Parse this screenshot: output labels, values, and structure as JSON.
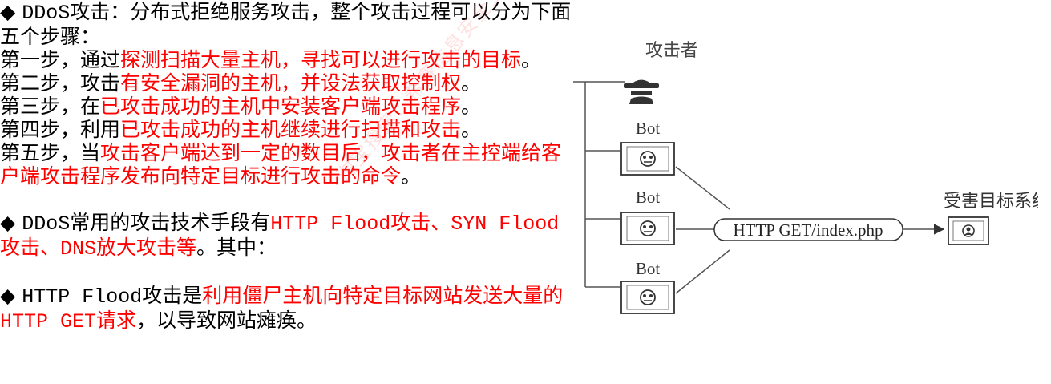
{
  "text": {
    "p1": {
      "bullet": "◆ ",
      "lead": "DDoS",
      "body": "攻击：分布式拒绝服务攻击，整个攻击过程可以分为下面五个步骤："
    },
    "steps": [
      {
        "prefix": "第一步，通过",
        "red": "探测扫描大量主机，寻找可以进行攻击的目标",
        "suffix": "。"
      },
      {
        "prefix": "第二步，攻击",
        "red": "有安全漏洞的主机，并设法获取控制权",
        "suffix": "。"
      },
      {
        "prefix": "第三步，在",
        "red": "已攻击成功的主机中安装客户端攻击程序",
        "suffix": "。"
      },
      {
        "prefix": "第四步，利用",
        "red": "已攻击成功的主机继续进行扫描和攻击",
        "suffix": "。"
      },
      {
        "prefix": "第五步，当",
        "red": "攻击客户端达到一定的数目后，攻击者在主控端给客户端攻击程序发布向特定目标进行攻击的命令",
        "suffix": "。"
      }
    ],
    "p2": {
      "bullet": "◆ ",
      "lead": "DDoS",
      "mid": "常用的攻击技术手段有",
      "red": "HTTP Flood攻击、SYN Flood攻击、DNS放大攻击等",
      "suffix": "。其中："
    },
    "p3": {
      "bullet": "◆ ",
      "lead": "HTTP Flood",
      "mid": "攻击是",
      "red": "利用僵尸主机向特定目标网站发送大量的HTTP GET请求",
      "suffix": "，以导致网站瘫痪。"
    }
  },
  "diagram": {
    "attacker_label": "攻击者",
    "bot_labels": [
      "Bot",
      "Bot",
      "Bot"
    ],
    "request_label": "HTTP GET/index.php",
    "target_label": "受害目标系统"
  },
  "watermark": "淘宝搜索：希赛信息安全工程师"
}
